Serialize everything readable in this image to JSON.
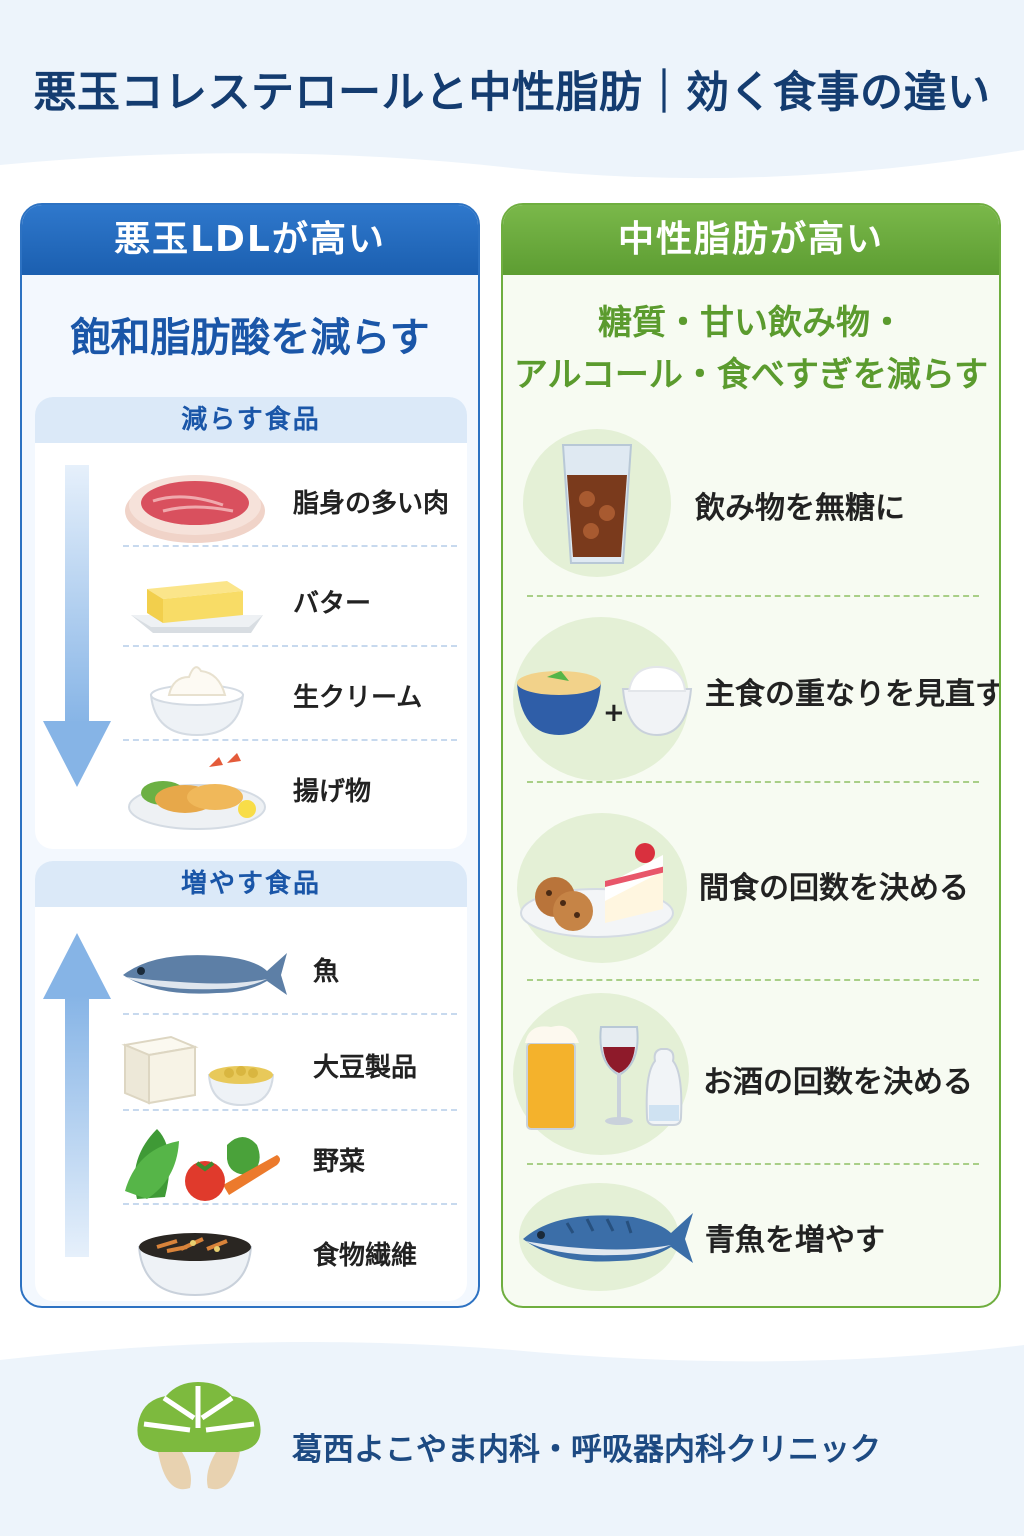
{
  "title": "悪玉コレステロールと中性脂肪｜効く食事の違い",
  "left_panel": {
    "header": "悪玉LDLが高い",
    "lead": "飽和脂肪酸を減らす",
    "reduce": {
      "heading": "減らす食品",
      "items": [
        {
          "label": "脂身の多い肉",
          "icon": "meat-icon"
        },
        {
          "label": "バター",
          "icon": "butter-icon"
        },
        {
          "label": "生クリーム",
          "icon": "cream-icon"
        },
        {
          "label": "揚げ物",
          "icon": "fried-food-icon"
        }
      ]
    },
    "increase": {
      "heading": "増やす食品",
      "items": [
        {
          "label": "魚",
          "icon": "fish-icon"
        },
        {
          "label": "大豆製品",
          "icon": "tofu-soy-icon"
        },
        {
          "label": "野菜",
          "icon": "vegetables-icon"
        },
        {
          "label": "食物繊維",
          "icon": "hijiki-bowl-icon"
        }
      ]
    }
  },
  "right_panel": {
    "header": "中性脂肪が高い",
    "lead_line1": "糖質・甘い飲み物・",
    "lead_line2": "アルコール・食べすぎを減らす",
    "tips": [
      {
        "label": "飲み物を無糖に",
        "icon": "cola-glass-icon"
      },
      {
        "label": "主食の重なりを見直す",
        "icon": "noodle-rice-icon"
      },
      {
        "label": "間食の回数を決める",
        "icon": "sweets-icon"
      },
      {
        "label": "お酒の回数を決める",
        "icon": "alcohol-icon"
      },
      {
        "label": "青魚を増やす",
        "icon": "blue-fish-icon"
      }
    ],
    "plus_sign": "+"
  },
  "footer": {
    "clinic_name": "葛西よこやま内科・呼吸器内科クリニック",
    "logo_icon": "tree-logo-icon"
  },
  "colors": {
    "title": "#143c70",
    "left_accent": "#2d72c2",
    "right_accent": "#6fae3f",
    "left_lead": "#1a56a8",
    "right_lead": "#5b9b2e"
  }
}
